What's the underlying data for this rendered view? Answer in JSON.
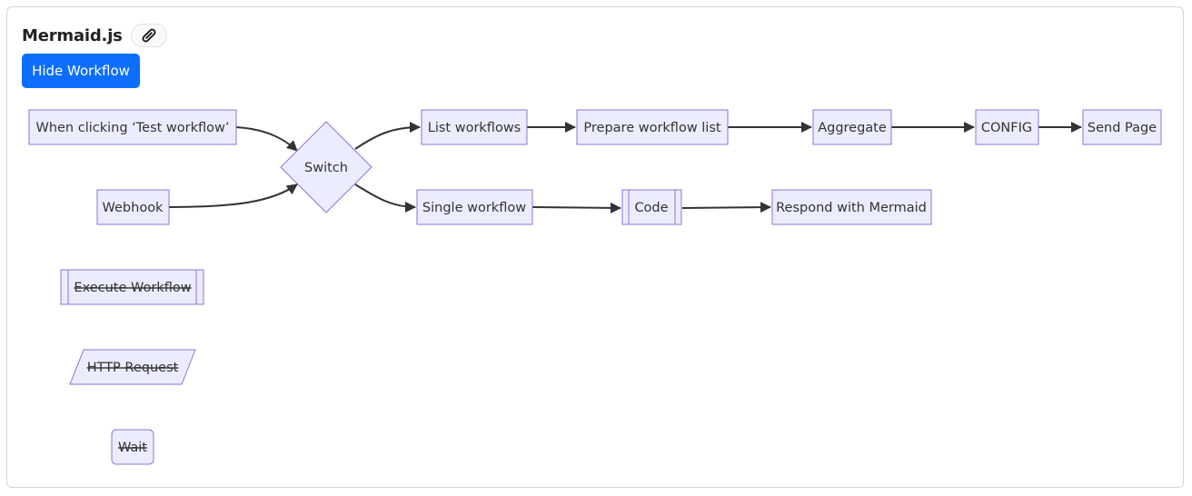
{
  "header": {
    "title": "Mermaid.js",
    "link_icon": "paperclip-icon"
  },
  "toolbar": {
    "hide_label": "Hide Workflow"
  },
  "colors": {
    "button": "#0d6efd",
    "node_fill": "#ececff",
    "node_stroke": "#9370db",
    "edge": "#333333"
  },
  "diagram": {
    "nodes": {
      "trigger": "When clicking ‘Test workflow’",
      "webhook": "Webhook",
      "switch": "Switch",
      "list": "List workflows",
      "prepare": "Prepare workflow list",
      "aggregate": "Aggregate",
      "config": "CONFIG",
      "send": "Send Page",
      "single": "Single workflow",
      "code": "Code",
      "respond": "Respond with Mermaid",
      "execute": "Execute Workflow",
      "http": "HTTP Request",
      "wait": "Wait"
    },
    "disabled_nodes": [
      "execute",
      "http",
      "wait"
    ]
  }
}
